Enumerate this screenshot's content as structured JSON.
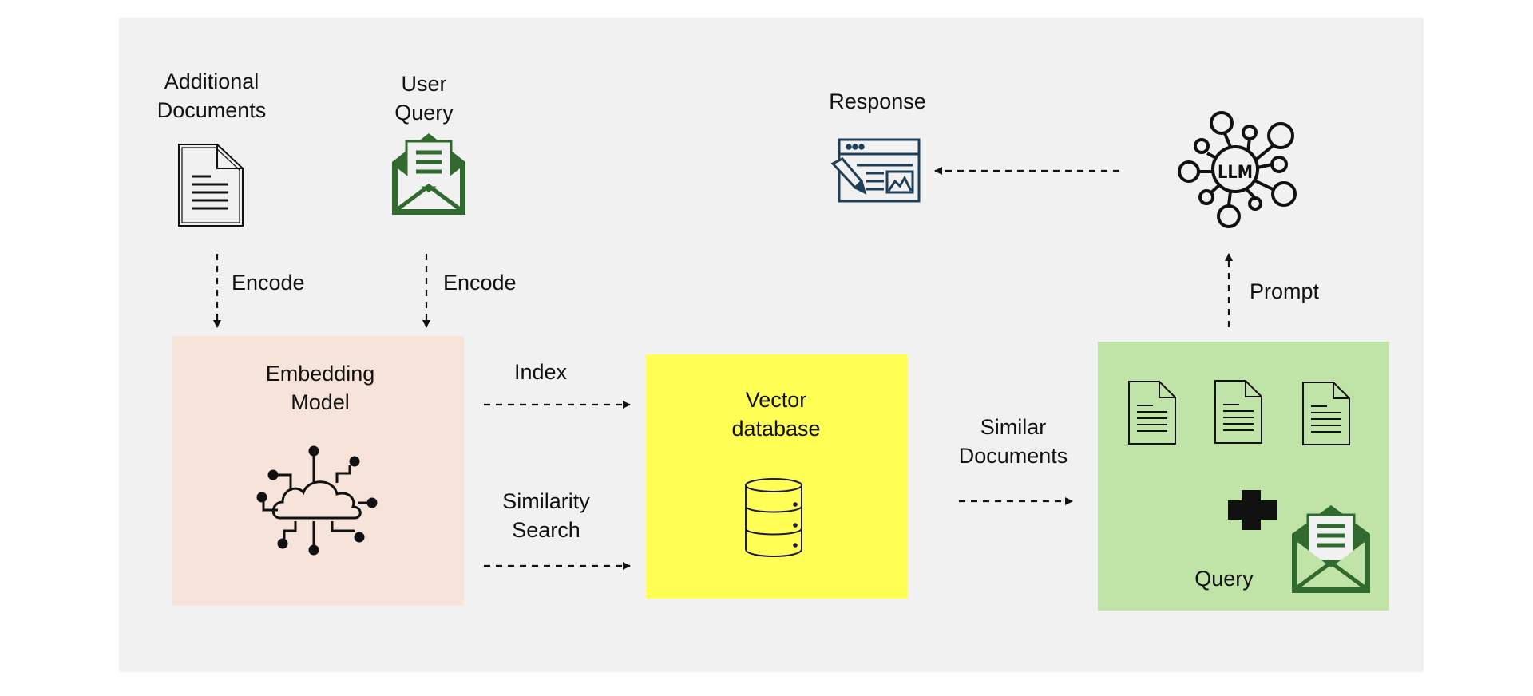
{
  "colors": {
    "canvas_bg": "#f1f1f1",
    "embedding_box": "#f6e4da",
    "vector_db_box": "#ffff55",
    "prompt_box": "#c0e4a8",
    "envelope_green": "#306a2e",
    "response_icon_blue": "#1e3f5a",
    "line": "#111111"
  },
  "diagram": {
    "additional_documents": {
      "line1": "Additional",
      "line2": "Documents",
      "icon": "document-icon"
    },
    "user_query": {
      "line1": "User",
      "line2": "Query",
      "icon": "envelope-icon"
    },
    "encode_left": "Encode",
    "encode_right": "Encode",
    "embedding_model": {
      "line1": "Embedding",
      "line2": "Model",
      "icon": "cloud-network-icon"
    },
    "index": "Index",
    "similarity_search": {
      "line1": "Similarity",
      "line2": "Search"
    },
    "vector_database": {
      "line1": "Vector",
      "line2": "database",
      "icon": "database-icon"
    },
    "similar_documents": {
      "line1": "Similar",
      "line2": "Documents"
    },
    "prompt_box": {
      "query_label": "Query",
      "icons": [
        "document-icon",
        "document-icon",
        "document-icon",
        "plus-icon",
        "envelope-icon"
      ]
    },
    "prompt": "Prompt",
    "llm": {
      "text": "LLM",
      "icon": "llm-network-icon"
    },
    "response": {
      "label": "Response",
      "icon": "web-page-edit-icon"
    }
  }
}
